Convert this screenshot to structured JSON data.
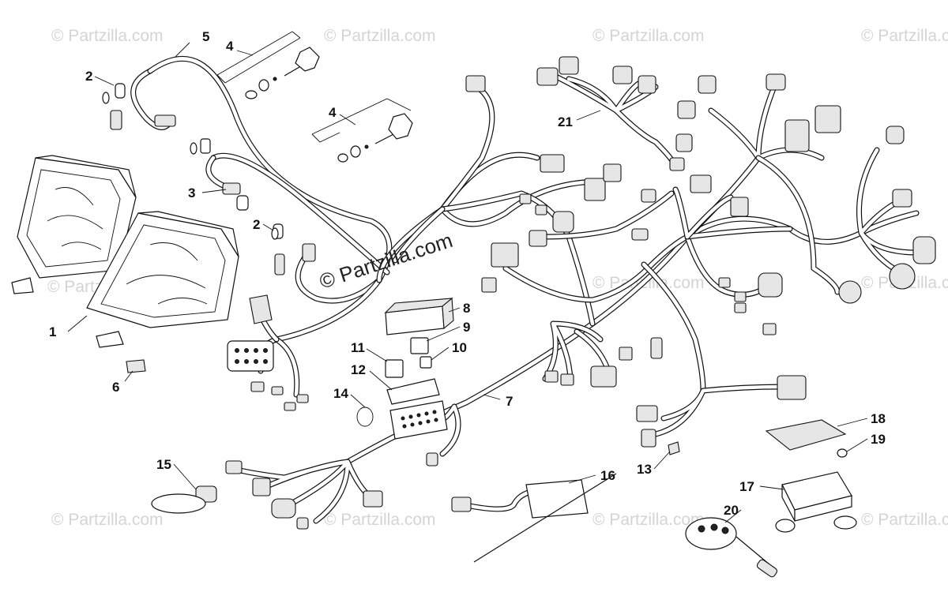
{
  "watermark": {
    "text": "© Partzilla.com",
    "center_text": "© Partzilla.com"
  },
  "callouts": [
    {
      "id": "c1",
      "label": "1"
    },
    {
      "id": "c2a",
      "label": "2"
    },
    {
      "id": "c2b",
      "label": "2"
    },
    {
      "id": "c3",
      "label": "3"
    },
    {
      "id": "c4a",
      "label": "4"
    },
    {
      "id": "c4b",
      "label": "4"
    },
    {
      "id": "c5",
      "label": "5"
    },
    {
      "id": "c6",
      "label": "6"
    },
    {
      "id": "c7",
      "label": "7"
    },
    {
      "id": "c8",
      "label": "8"
    },
    {
      "id": "c9",
      "label": "9"
    },
    {
      "id": "c10",
      "label": "10"
    },
    {
      "id": "c11",
      "label": "11"
    },
    {
      "id": "c12",
      "label": "12"
    },
    {
      "id": "c13",
      "label": "13"
    },
    {
      "id": "c14",
      "label": "14"
    },
    {
      "id": "c15",
      "label": "15"
    },
    {
      "id": "c16",
      "label": "16"
    },
    {
      "id": "c17",
      "label": "17"
    },
    {
      "id": "c18",
      "label": "18"
    },
    {
      "id": "c19",
      "label": "19"
    },
    {
      "id": "c20",
      "label": "20"
    },
    {
      "id": "c21",
      "label": "21"
    }
  ]
}
